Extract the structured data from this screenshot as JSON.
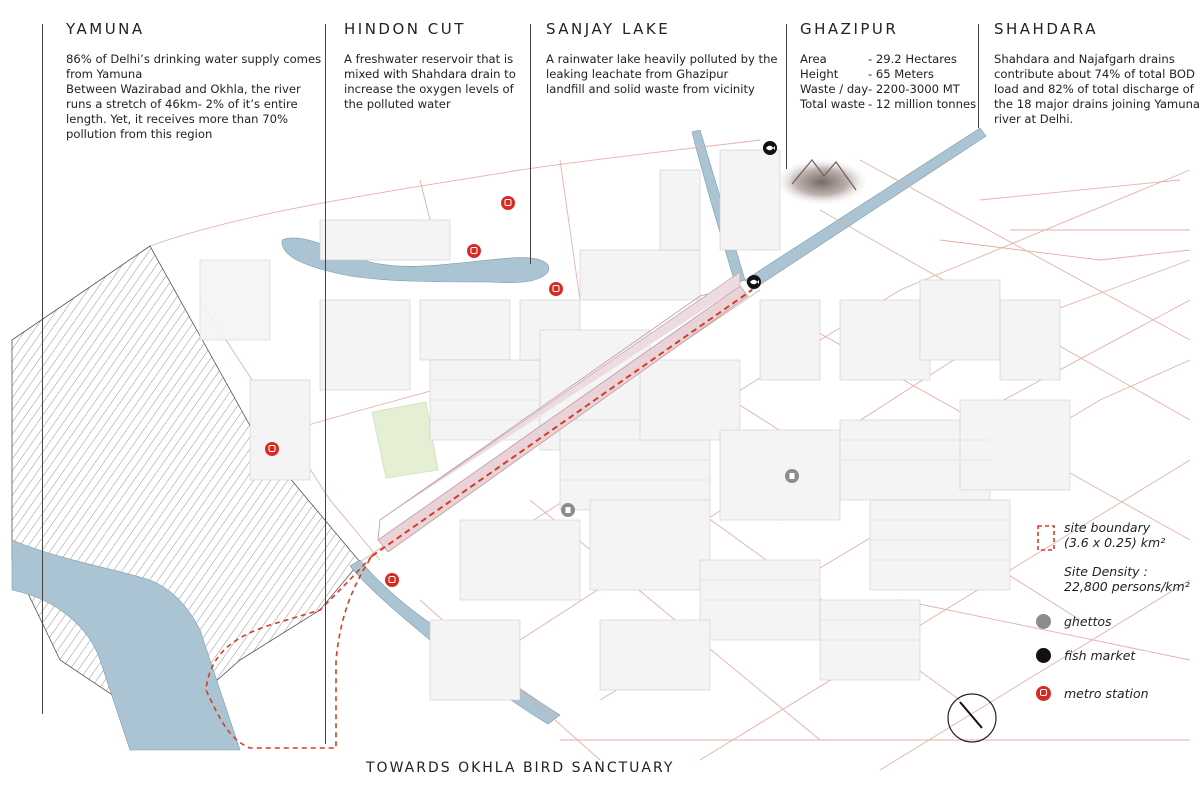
{
  "columns": [
    {
      "heading": "YAMUNA",
      "lines": [
        "86% of Delhi’s drinking water supply comes",
        "from Yamuna",
        "Between Wazirabad and Okhla, the river",
        "runs a stretch of 46km- 2% of it’s entire",
        "length. Yet, it receives more than 70%",
        "pollution from this region"
      ]
    },
    {
      "heading": "HINDON CUT",
      "lines": [
        "A freshwater reservoir that is",
        "mixed with Shahdara drain to",
        "increase the oxygen levels of",
        "the polluted water"
      ]
    },
    {
      "heading": "SANJAY LAKE",
      "lines": [
        "A rainwater lake heavily polluted by the",
        "leaking leachate from Ghazipur",
        "landfill and solid waste from vicinity"
      ]
    },
    {
      "heading": "GHAZIPUR",
      "facts": [
        {
          "label": "Area",
          "value": "- 29.2 Hectares"
        },
        {
          "label": "Height",
          "value": "- 65 Meters"
        },
        {
          "label": "Waste / day",
          "value": "- 2200-3000 MT"
        },
        {
          "label": "Total waste",
          "value": "- 12 million tonnes"
        }
      ]
    },
    {
      "heading": "SHAHDARA",
      "lines": [
        "Shahdara and Najafgarh drains",
        "contribute about 74% of total BOD",
        "load and 82% of total discharge of",
        "the 18 major drains joining Yamuna",
        "river at Delhi."
      ]
    }
  ],
  "footer": "TOWARDS OKHLA BIRD SANCTUARY",
  "legend": {
    "site_boundary": {
      "label": "site boundary",
      "dims": "(3.6 x 0.25) km²"
    },
    "density": {
      "label": "Site Density :",
      "value": "22,800 persons/km²"
    },
    "ghettos": "ghettos",
    "fish_market": "fish market",
    "metro_station": "metro station"
  },
  "colors": {
    "river": "#aac4d3",
    "roads": "#e2a9a0",
    "site_boundary": "#d93b22",
    "site_buildings": "#e9d3d8",
    "park": "#e5efd4",
    "metro": "#d62a22"
  },
  "icons": {
    "metro": "metro-station-icon",
    "fish": "fish-market-icon",
    "ghetto": "ghetto-icon",
    "compass": "north-arrow-icon"
  }
}
